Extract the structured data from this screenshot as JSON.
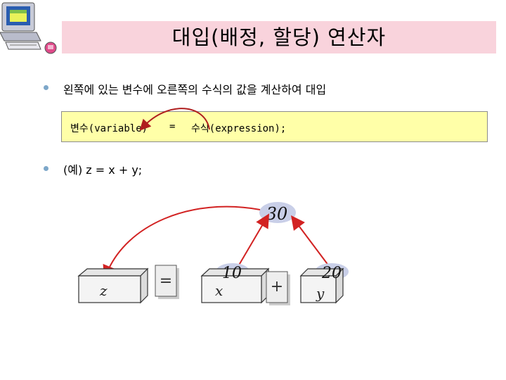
{
  "header": {
    "title": "대입(배정, 할당) 연산자"
  },
  "bullets": [
    {
      "text": "왼쪽에 있는 변수에 오른쪽의 수식의 값을 계산하여 대입"
    },
    {
      "text": "(예)  z = x + y;"
    }
  ],
  "syntax": {
    "lhs": "변수(variable)",
    "op": "=",
    "rhs": "수식(expression);"
  },
  "diagram": {
    "result_value": "30",
    "assign_op": "=",
    "plus_op": "+",
    "boxes": [
      {
        "name": "z",
        "value": ""
      },
      {
        "name": "x",
        "value": "10"
      },
      {
        "name": "y",
        "value": "20"
      }
    ],
    "colors": {
      "arrow": "#d22222",
      "bubble": "#c9cfe8",
      "box_fill": "#f4f4f4",
      "box_stroke": "#333333"
    }
  }
}
